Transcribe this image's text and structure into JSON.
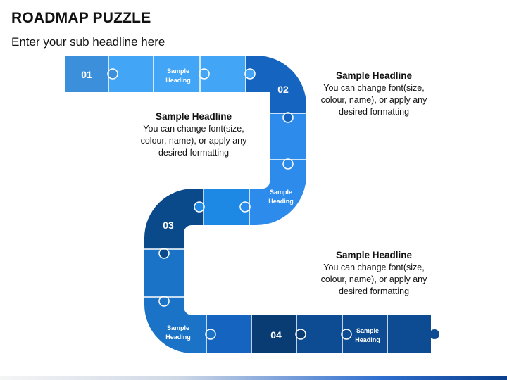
{
  "title": "ROADMAP PUZZLE",
  "subtitle": "Enter your sub headline here",
  "colors": {
    "light": "#42A5F5",
    "light_alt": "#2E90EC",
    "mid": "#2D8BEB",
    "bright": "#1E88E5",
    "royal": "#1565C0",
    "steel": "#1A73C7",
    "dark": "#0D4C92",
    "deep": "#0A4A8A",
    "navy": "#083C72",
    "first": "#3B8FDB"
  },
  "puzzle": {
    "steps": [
      "01",
      "02",
      "03",
      "04"
    ],
    "heading": "Sample Heading",
    "heading_top": "Sample",
    "heading_bottom": "Heading"
  },
  "descriptions": [
    {
      "headline": "Sample Headline",
      "lines": [
        "You can change font(size,",
        "colour, name), or apply any",
        "desired formatting"
      ]
    },
    {
      "headline": "Sample Headline",
      "lines": [
        "You can change font(size,",
        "colour, name), or apply any",
        "desired formatting"
      ]
    },
    {
      "headline": "Sample Headline",
      "lines": [
        "You can change font(size,",
        "colour, name), or apply any",
        "desired formatting"
      ]
    }
  ]
}
